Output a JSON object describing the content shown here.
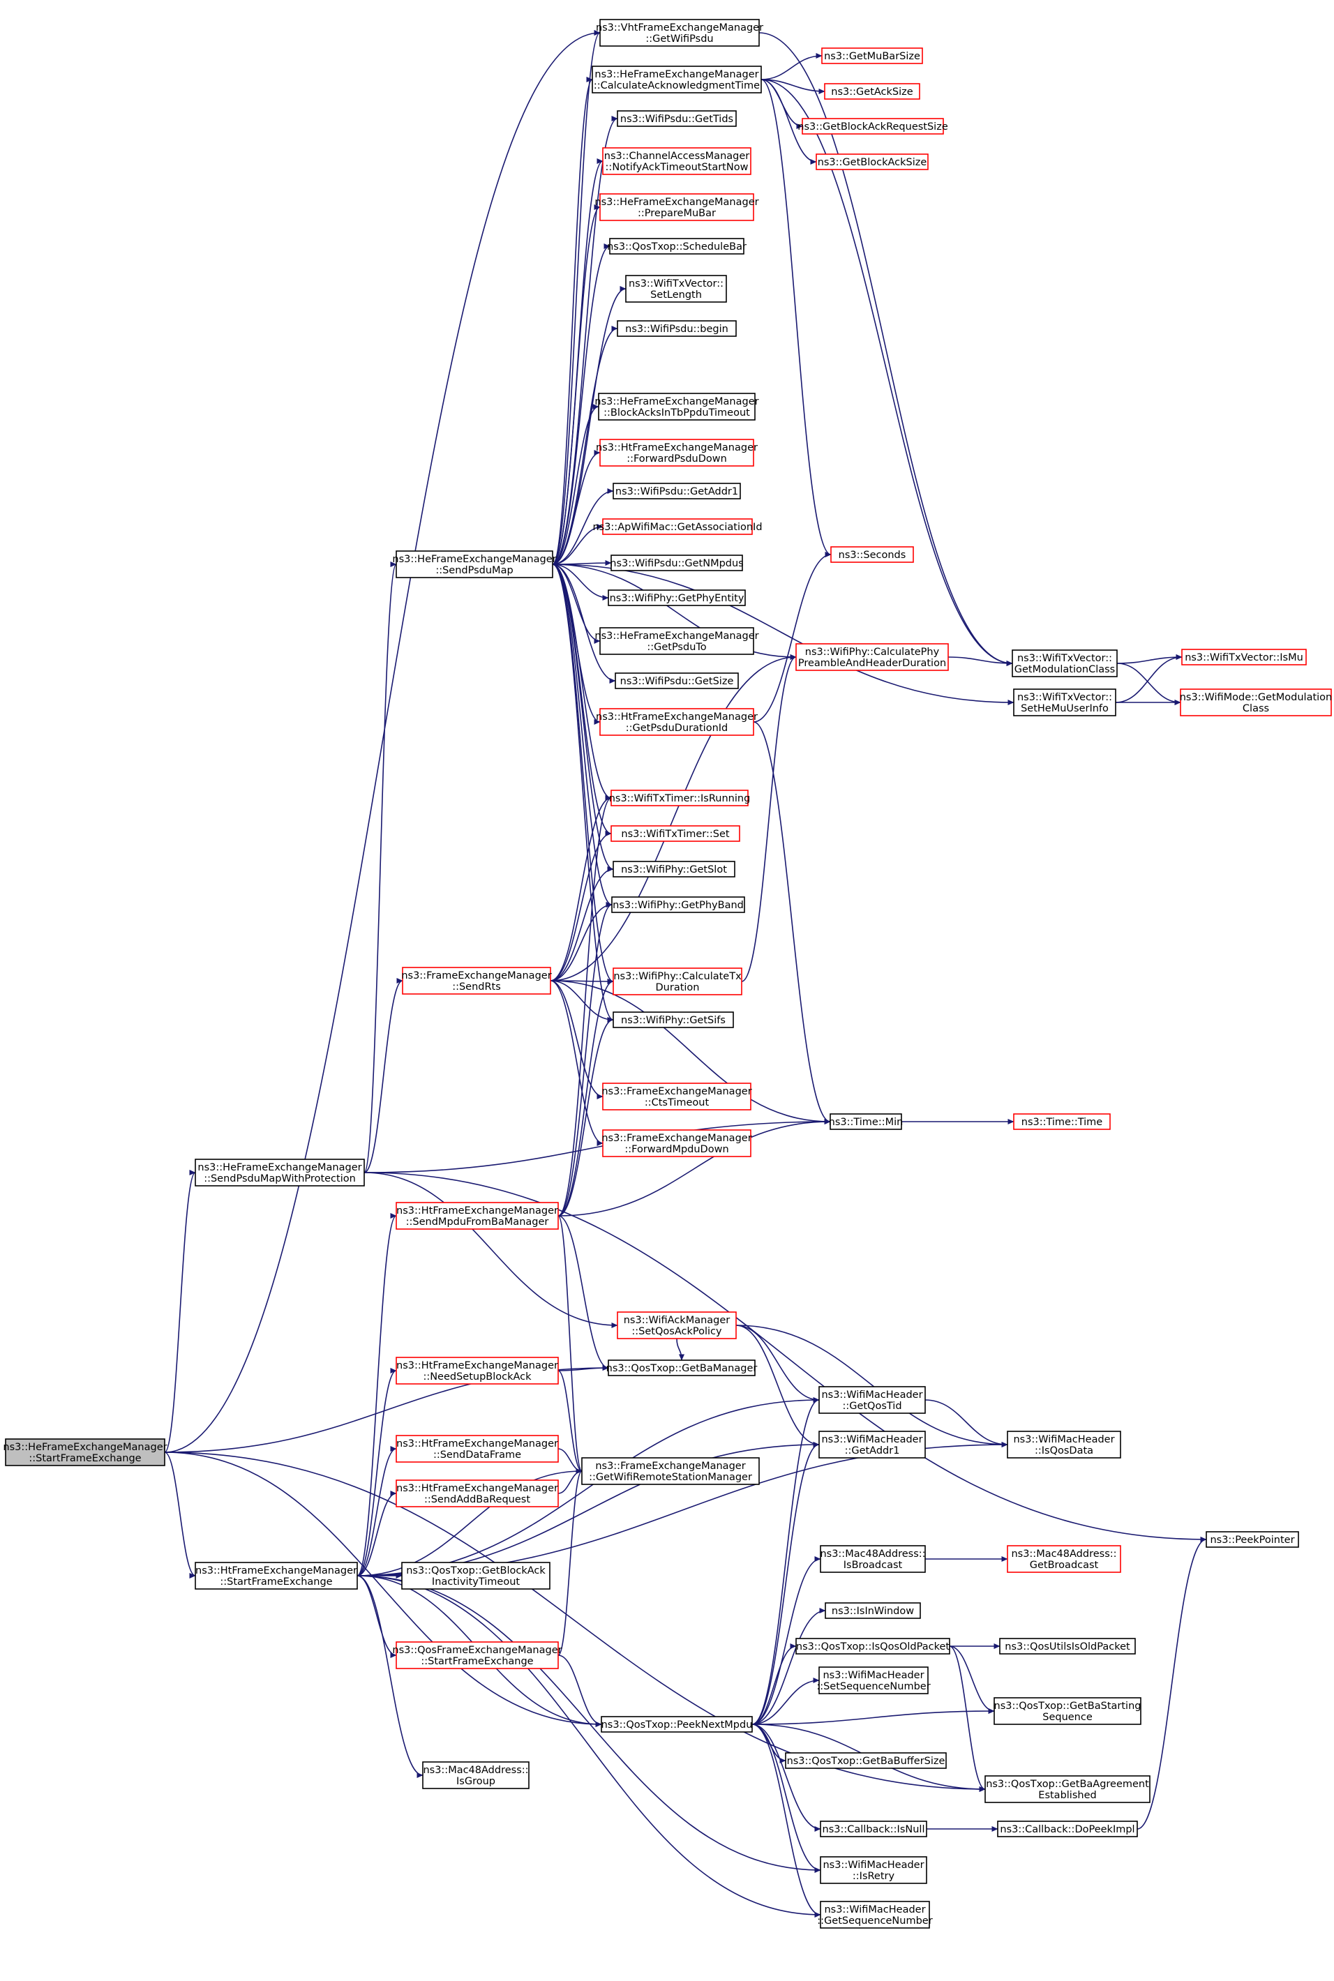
{
  "colors": {
    "edge": "#191970",
    "border_black": "#000000",
    "border_red": "#ff0000",
    "fill_plain": "#ffffff",
    "fill_root": "#bfbfbf"
  },
  "nodes": [
    {
      "id": "root",
      "lines": [
        "ns3::HeFrameExchangeManager",
        "::StartFrameExchange"
      ],
      "border": "black",
      "root": true
    },
    {
      "id": "vht_getwifipsdu",
      "lines": [
        "ns3::VhtFrameExchangeManager",
        "::GetWifiPsdu"
      ],
      "border": "black"
    },
    {
      "id": "he_calcack",
      "lines": [
        "ns3::HeFrameExchangeManager",
        "::CalculateAcknowledgmentTime"
      ],
      "border": "black"
    },
    {
      "id": "getmubarsize",
      "lines": [
        "ns3::GetMuBarSize"
      ],
      "border": "red"
    },
    {
      "id": "getacksize",
      "lines": [
        "ns3::GetAckSize"
      ],
      "border": "red"
    },
    {
      "id": "getbareqsize",
      "lines": [
        "ns3::GetBlockAckRequestSize"
      ],
      "border": "red"
    },
    {
      "id": "getbasize",
      "lines": [
        "ns3::GetBlockAckSize"
      ],
      "border": "red"
    },
    {
      "id": "psdu_gettids",
      "lines": [
        "ns3::WifiPsdu::GetTids"
      ],
      "border": "black"
    },
    {
      "id": "cam_notify",
      "lines": [
        "ns3::ChannelAccessManager",
        "::NotifyAckTimeoutStartNow"
      ],
      "border": "red"
    },
    {
      "id": "he_preparemubar",
      "lines": [
        "ns3::HeFrameExchangeManager",
        "::PrepareMuBar"
      ],
      "border": "red"
    },
    {
      "id": "qos_schedulebar",
      "lines": [
        "ns3::QosTxop::ScheduleBar"
      ],
      "border": "black"
    },
    {
      "id": "txv_setlength",
      "lines": [
        "ns3::WifiTxVector::",
        "SetLength"
      ],
      "border": "black"
    },
    {
      "id": "psdu_begin",
      "lines": [
        "ns3::WifiPsdu::begin"
      ],
      "border": "black"
    },
    {
      "id": "he_blockacks",
      "lines": [
        "ns3::HeFrameExchangeManager",
        "::BlockAcksInTbPpduTimeout"
      ],
      "border": "black"
    },
    {
      "id": "ht_forwardpsdu",
      "lines": [
        "ns3::HtFrameExchangeManager",
        "::ForwardPsduDown"
      ],
      "border": "red"
    },
    {
      "id": "psdu_getaddr1",
      "lines": [
        "ns3::WifiPsdu::GetAddr1"
      ],
      "border": "black"
    },
    {
      "id": "ap_associd",
      "lines": [
        "ns3::ApWifiMac::GetAssociationId"
      ],
      "border": "red"
    },
    {
      "id": "psdu_getnmpdus",
      "lines": [
        "ns3::WifiPsdu::GetNMpdus"
      ],
      "border": "black"
    },
    {
      "id": "phy_getphyentity",
      "lines": [
        "ns3::WifiPhy::GetPhyEntity"
      ],
      "border": "black"
    },
    {
      "id": "he_getpsduto",
      "lines": [
        "ns3::HeFrameExchangeManager",
        "::GetPsduTo"
      ],
      "border": "black"
    },
    {
      "id": "psdu_getsize",
      "lines": [
        "ns3::WifiPsdu::GetSize"
      ],
      "border": "black"
    },
    {
      "id": "ht_getpsdudur",
      "lines": [
        "ns3::HtFrameExchangeManager",
        "::GetPsduDurationId"
      ],
      "border": "red"
    },
    {
      "id": "seconds",
      "lines": [
        "ns3::Seconds"
      ],
      "border": "red"
    },
    {
      "id": "phy_calcpreamble",
      "lines": [
        "ns3::WifiPhy::CalculatePhy",
        "PreambleAndHeaderDuration"
      ],
      "border": "red"
    },
    {
      "id": "txv_getmodclass",
      "lines": [
        "ns3::WifiTxVector::",
        "GetModulationClass"
      ],
      "border": "black"
    },
    {
      "id": "txv_ismu",
      "lines": [
        "ns3::WifiTxVector::IsMu"
      ],
      "border": "red"
    },
    {
      "id": "mode_getmodclass",
      "lines": [
        "ns3::WifiMode::GetModulation",
        "Class"
      ],
      "border": "red"
    },
    {
      "id": "txv_sethemu",
      "lines": [
        "ns3::WifiTxVector::",
        "SetHeMuUserInfo"
      ],
      "border": "black"
    },
    {
      "id": "he_sendpsdumap",
      "lines": [
        "ns3::HeFrameExchangeManager",
        "::SendPsduMap"
      ],
      "border": "black"
    },
    {
      "id": "txtimer_isrunning",
      "lines": [
        "ns3::WifiTxTimer::IsRunning"
      ],
      "border": "red"
    },
    {
      "id": "txtimer_set",
      "lines": [
        "ns3::WifiTxTimer::Set"
      ],
      "border": "red"
    },
    {
      "id": "phy_getslot",
      "lines": [
        "ns3::WifiPhy::GetSlot"
      ],
      "border": "black"
    },
    {
      "id": "phy_getphyband",
      "lines": [
        "ns3::WifiPhy::GetPhyBand"
      ],
      "border": "black"
    },
    {
      "id": "fem_sendrts",
      "lines": [
        "ns3::FrameExchangeManager",
        "::SendRts"
      ],
      "border": "red"
    },
    {
      "id": "phy_calctx",
      "lines": [
        "ns3::WifiPhy::CalculateTx",
        "Duration"
      ],
      "border": "red"
    },
    {
      "id": "phy_getsifs",
      "lines": [
        "ns3::WifiPhy::GetSifs"
      ],
      "border": "black"
    },
    {
      "id": "fem_ctstimeout",
      "lines": [
        "ns3::FrameExchangeManager",
        "::CtsTimeout"
      ],
      "border": "red"
    },
    {
      "id": "time_min",
      "lines": [
        "ns3::Time::Min"
      ],
      "border": "black"
    },
    {
      "id": "time_time",
      "lines": [
        "ns3::Time::Time"
      ],
      "border": "red"
    },
    {
      "id": "fem_forwardmpdu",
      "lines": [
        "ns3::FrameExchangeManager",
        "::ForwardMpduDown"
      ],
      "border": "red"
    },
    {
      "id": "he_sendwithprot",
      "lines": [
        "ns3::HeFrameExchangeManager",
        "::SendPsduMapWithProtection"
      ],
      "border": "black"
    },
    {
      "id": "ht_sendmpdufromba",
      "lines": [
        "ns3::HtFrameExchangeManager",
        "::SendMpduFromBaManager"
      ],
      "border": "red"
    },
    {
      "id": "ackmgr_setqos",
      "lines": [
        "ns3::WifiAckManager",
        "::SetQosAckPolicy"
      ],
      "border": "red"
    },
    {
      "id": "ht_needsetup",
      "lines": [
        "ns3::HtFrameExchangeManager",
        "::NeedSetupBlockAck"
      ],
      "border": "red"
    },
    {
      "id": "qos_getbamgr",
      "lines": [
        "ns3::QosTxop::GetBaManager"
      ],
      "border": "black"
    },
    {
      "id": "hdr_getqostid",
      "lines": [
        "ns3::WifiMacHeader",
        "::GetQosTid"
      ],
      "border": "black"
    },
    {
      "id": "hdr_getaddr1",
      "lines": [
        "ns3::WifiMacHeader",
        "::GetAddr1"
      ],
      "border": "black"
    },
    {
      "id": "hdr_isqosdata",
      "lines": [
        "ns3::WifiMacHeader",
        "::IsQosData"
      ],
      "border": "black"
    },
    {
      "id": "ht_senddata",
      "lines": [
        "ns3::HtFrameExchangeManager",
        "::SendDataFrame"
      ],
      "border": "red"
    },
    {
      "id": "fem_getremote",
      "lines": [
        "ns3::FrameExchangeManager",
        "::GetWifiRemoteStationManager"
      ],
      "border": "black"
    },
    {
      "id": "ht_sendaddba",
      "lines": [
        "ns3::HtFrameExchangeManager",
        "::SendAddBaRequest"
      ],
      "border": "red"
    },
    {
      "id": "peekpointer",
      "lines": [
        "ns3::PeekPointer"
      ],
      "border": "black"
    },
    {
      "id": "mac48_isbroadcast",
      "lines": [
        "ns3::Mac48Address::",
        "IsBroadcast"
      ],
      "border": "black"
    },
    {
      "id": "mac48_getbroadcast",
      "lines": [
        "ns3::Mac48Address::",
        "GetBroadcast"
      ],
      "border": "red"
    },
    {
      "id": "ht_startfe",
      "lines": [
        "ns3::HtFrameExchangeManager",
        "::StartFrameExchange"
      ],
      "border": "black"
    },
    {
      "id": "qos_getbainact",
      "lines": [
        "ns3::QosTxop::GetBlockAck",
        "InactivityTimeout"
      ],
      "border": "black"
    },
    {
      "id": "isinwindow",
      "lines": [
        "ns3::IsInWindow"
      ],
      "border": "black"
    },
    {
      "id": "qos_isqosold",
      "lines": [
        "ns3::QosTxop::IsQosOldPacket"
      ],
      "border": "black"
    },
    {
      "id": "qosutils_isold",
      "lines": [
        "ns3::QosUtilsIsOldPacket"
      ],
      "border": "black"
    },
    {
      "id": "qosfem_startfe",
      "lines": [
        "ns3::QosFrameExchangeManager",
        "::StartFrameExchange"
      ],
      "border": "red"
    },
    {
      "id": "hdr_setseq",
      "lines": [
        "ns3::WifiMacHeader",
        "::SetSequenceNumber"
      ],
      "border": "black"
    },
    {
      "id": "qos_getbastart",
      "lines": [
        "ns3::QosTxop::GetBaStarting",
        "Sequence"
      ],
      "border": "black"
    },
    {
      "id": "qos_peeknext",
      "lines": [
        "ns3::QosTxop::PeekNextMpdu"
      ],
      "border": "black"
    },
    {
      "id": "qos_getbabuf",
      "lines": [
        "ns3::QosTxop::GetBaBufferSize"
      ],
      "border": "black"
    },
    {
      "id": "mac48_isgroup",
      "lines": [
        "ns3::Mac48Address::",
        "IsGroup"
      ],
      "border": "black"
    },
    {
      "id": "qos_getbaest",
      "lines": [
        "ns3::QosTxop::GetBaAgreement",
        "Established"
      ],
      "border": "black"
    },
    {
      "id": "cb_isnull",
      "lines": [
        "ns3::Callback::IsNull"
      ],
      "border": "black"
    },
    {
      "id": "cb_dopeek",
      "lines": [
        "ns3::Callback::DoPeekImpl"
      ],
      "border": "black"
    },
    {
      "id": "hdr_isretry",
      "lines": [
        "ns3::WifiMacHeader",
        "::IsRetry"
      ],
      "border": "black"
    },
    {
      "id": "hdr_getseq",
      "lines": [
        "ns3::WifiMacHeader",
        "::GetSequenceNumber"
      ],
      "border": "black"
    }
  ],
  "edges": [
    [
      "root",
      "vht_getwifipsdu"
    ],
    [
      "root",
      "he_sendwithprot"
    ],
    [
      "root",
      "ht_startfe"
    ],
    [
      "root",
      "qos_getbamgr"
    ],
    [
      "root",
      "qos_peeknext"
    ],
    [
      "root",
      "qos_getbaest"
    ],
    [
      "vht_getwifipsdu",
      "txv_getmodclass"
    ],
    [
      "he_calcack",
      "getmubarsize"
    ],
    [
      "he_calcack",
      "getacksize"
    ],
    [
      "he_calcack",
      "getbareqsize"
    ],
    [
      "he_calcack",
      "getbasize"
    ],
    [
      "he_calcack",
      "seconds"
    ],
    [
      "he_calcack",
      "txv_getmodclass"
    ],
    [
      "he_sendpsdumap",
      "vht_getwifipsdu"
    ],
    [
      "he_sendpsdumap",
      "he_calcack"
    ],
    [
      "he_sendpsdumap",
      "psdu_gettids"
    ],
    [
      "he_sendpsdumap",
      "cam_notify"
    ],
    [
      "he_sendpsdumap",
      "he_preparemubar"
    ],
    [
      "he_sendpsdumap",
      "qos_schedulebar"
    ],
    [
      "he_sendpsdumap",
      "txv_setlength"
    ],
    [
      "he_sendpsdumap",
      "psdu_begin"
    ],
    [
      "he_sendpsdumap",
      "phy_calcpreamble"
    ],
    [
      "he_sendpsdumap",
      "he_blockacks"
    ],
    [
      "he_sendpsdumap",
      "ht_forwardpsdu"
    ],
    [
      "he_sendpsdumap",
      "psdu_getaddr1"
    ],
    [
      "he_sendpsdumap",
      "ap_associd"
    ],
    [
      "he_sendpsdumap",
      "psdu_getnmpdus"
    ],
    [
      "he_sendpsdumap",
      "phy_getphyentity"
    ],
    [
      "he_sendpsdumap",
      "he_getpsduto"
    ],
    [
      "he_sendpsdumap",
      "psdu_getsize"
    ],
    [
      "he_sendpsdumap",
      "ht_getpsdudur"
    ],
    [
      "he_sendpsdumap",
      "txv_sethemu"
    ],
    [
      "he_sendpsdumap",
      "txtimer_isrunning"
    ],
    [
      "he_sendpsdumap",
      "txtimer_set"
    ],
    [
      "he_sendpsdumap",
      "phy_getslot"
    ],
    [
      "he_sendpsdumap",
      "phy_getphyband"
    ],
    [
      "he_sendpsdumap",
      "phy_calctx"
    ],
    [
      "he_sendpsdumap",
      "phy_getsifs"
    ],
    [
      "ht_getpsdudur",
      "seconds"
    ],
    [
      "ht_getpsdudur",
      "time_min"
    ],
    [
      "phy_calcpreamble",
      "txv_getmodclass"
    ],
    [
      "txv_getmodclass",
      "txv_ismu"
    ],
    [
      "txv_getmodclass",
      "mode_getmodclass"
    ],
    [
      "txv_sethemu",
      "txv_ismu"
    ],
    [
      "txv_sethemu",
      "mode_getmodclass"
    ],
    [
      "phy_calctx",
      "phy_calcpreamble"
    ],
    [
      "fem_sendrts",
      "txtimer_isrunning"
    ],
    [
      "fem_sendrts",
      "txtimer_set"
    ],
    [
      "fem_sendrts",
      "phy_getslot"
    ],
    [
      "fem_sendrts",
      "phy_getphyband"
    ],
    [
      "fem_sendrts",
      "phy_calcpreamble"
    ],
    [
      "fem_sendrts",
      "phy_calctx"
    ],
    [
      "fem_sendrts",
      "phy_getsifs"
    ],
    [
      "fem_sendrts",
      "fem_ctstimeout"
    ],
    [
      "fem_sendrts",
      "fem_forwardmpdu"
    ],
    [
      "fem_sendrts",
      "time_min"
    ],
    [
      "time_min",
      "time_time"
    ],
    [
      "he_sendwithprot",
      "he_sendpsdumap"
    ],
    [
      "he_sendwithprot",
      "fem_sendrts"
    ],
    [
      "he_sendwithprot",
      "time_min"
    ],
    [
      "he_sendwithprot",
      "peekpointer"
    ],
    [
      "he_sendwithprot",
      "ackmgr_setqos"
    ],
    [
      "ht_sendmpdufromba",
      "txtimer_isrunning"
    ],
    [
      "ht_sendmpdufromba",
      "phy_getphyband"
    ],
    [
      "ht_sendmpdufromba",
      "phy_calctx"
    ],
    [
      "ht_sendmpdufromba",
      "phy_getsifs"
    ],
    [
      "ht_sendmpdufromba",
      "time_min"
    ],
    [
      "ht_sendmpdufromba",
      "qos_getbamgr"
    ],
    [
      "ht_sendmpdufromba",
      "fem_getremote"
    ],
    [
      "ackmgr_setqos",
      "qos_getbamgr"
    ],
    [
      "ackmgr_setqos",
      "hdr_getqostid"
    ],
    [
      "ackmgr_setqos",
      "hdr_getaddr1"
    ],
    [
      "ackmgr_setqos",
      "hdr_isqosdata"
    ],
    [
      "ht_needsetup",
      "qos_getbamgr"
    ],
    [
      "ht_needsetup",
      "fem_getremote"
    ],
    [
      "hdr_getqostid",
      "hdr_isqosdata"
    ],
    [
      "ht_senddata",
      "fem_getremote"
    ],
    [
      "ht_sendaddba",
      "fem_getremote"
    ],
    [
      "ht_startfe",
      "ht_sendmpdufromba"
    ],
    [
      "ht_startfe",
      "ht_needsetup"
    ],
    [
      "ht_startfe",
      "hdr_getqostid"
    ],
    [
      "ht_startfe",
      "ht_senddata"
    ],
    [
      "ht_startfe",
      "ht_sendaddba"
    ],
    [
      "ht_startfe",
      "fem_getremote"
    ],
    [
      "ht_startfe",
      "hdr_getaddr1"
    ],
    [
      "ht_startfe",
      "hdr_isqosdata"
    ],
    [
      "ht_startfe",
      "qos_getbainact"
    ],
    [
      "ht_startfe",
      "qosfem_startfe"
    ],
    [
      "ht_startfe",
      "qos_peeknext"
    ],
    [
      "ht_startfe",
      "mac48_isgroup"
    ],
    [
      "ht_startfe",
      "hdr_isretry"
    ],
    [
      "ht_startfe",
      "hdr_getseq"
    ],
    [
      "qosfem_startfe",
      "fem_getremote"
    ],
    [
      "qosfem_startfe",
      "qos_peeknext"
    ],
    [
      "mac48_isbroadcast",
      "mac48_getbroadcast"
    ],
    [
      "qos_peeknext",
      "hdr_getqostid"
    ],
    [
      "qos_peeknext",
      "hdr_getaddr1"
    ],
    [
      "qos_peeknext",
      "mac48_isbroadcast"
    ],
    [
      "qos_peeknext",
      "isinwindow"
    ],
    [
      "qos_peeknext",
      "qos_isqosold"
    ],
    [
      "qos_peeknext",
      "hdr_setseq"
    ],
    [
      "qos_peeknext",
      "qos_getbabuf"
    ],
    [
      "qos_peeknext",
      "qos_getbastart"
    ],
    [
      "qos_peeknext",
      "qos_getbaest"
    ],
    [
      "qos_peeknext",
      "cb_isnull"
    ],
    [
      "qos_peeknext",
      "hdr_isretry"
    ],
    [
      "qos_peeknext",
      "hdr_getseq"
    ],
    [
      "qos_isqosold",
      "qosutils_isold"
    ],
    [
      "qos_isqosold",
      "qos_getbastart"
    ],
    [
      "qos_isqosold",
      "qos_getbaest"
    ],
    [
      "cb_isnull",
      "cb_dopeek"
    ],
    [
      "cb_dopeek",
      "peekpointer"
    ]
  ]
}
